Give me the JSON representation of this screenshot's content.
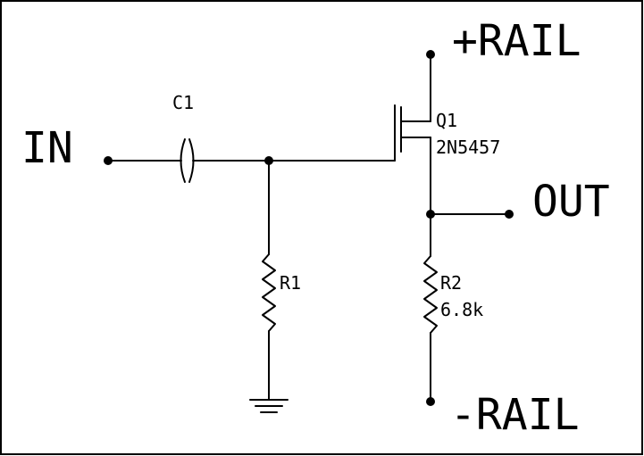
{
  "labels": {
    "in": "IN",
    "out": "OUT",
    "pos_rail": "+RAIL",
    "neg_rail": "-RAIL",
    "c1": "C1",
    "r1": "R1",
    "r2": "R2",
    "r2_value": "6.8k",
    "q1": "Q1",
    "q1_part": "2N5457"
  },
  "colors": {
    "ink": "#000000",
    "background": "#ffffff"
  }
}
